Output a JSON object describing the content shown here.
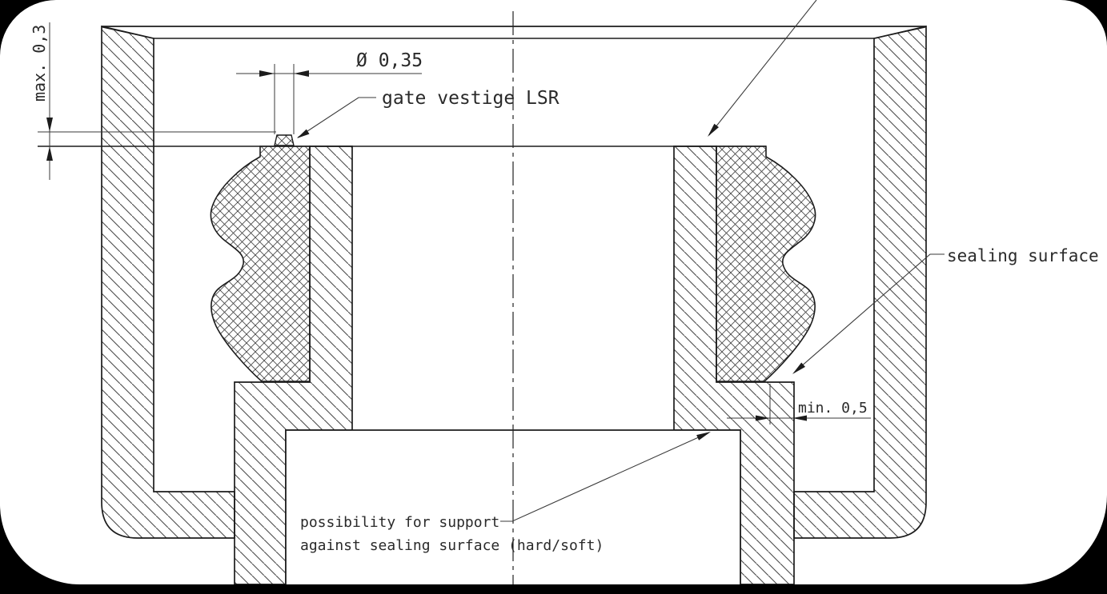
{
  "drawing": {
    "annotations": {
      "gate_height_limit": "max. 0,3",
      "gate_diameter": "Ø 0,35",
      "gate_vestige_label": "gate vestige LSR",
      "sealing_surface_label": "sealing surface",
      "support_min_width": "min. 0,5",
      "support_note_line1": "possibility for support",
      "support_note_line2": "against sealing surface (hard/soft)"
    },
    "colors": {
      "background": "#000000",
      "paper": "#ffffff",
      "outline": "#1c1c1c",
      "dimension": "#3a3a3a",
      "hatch": "#4a4a4a"
    }
  }
}
